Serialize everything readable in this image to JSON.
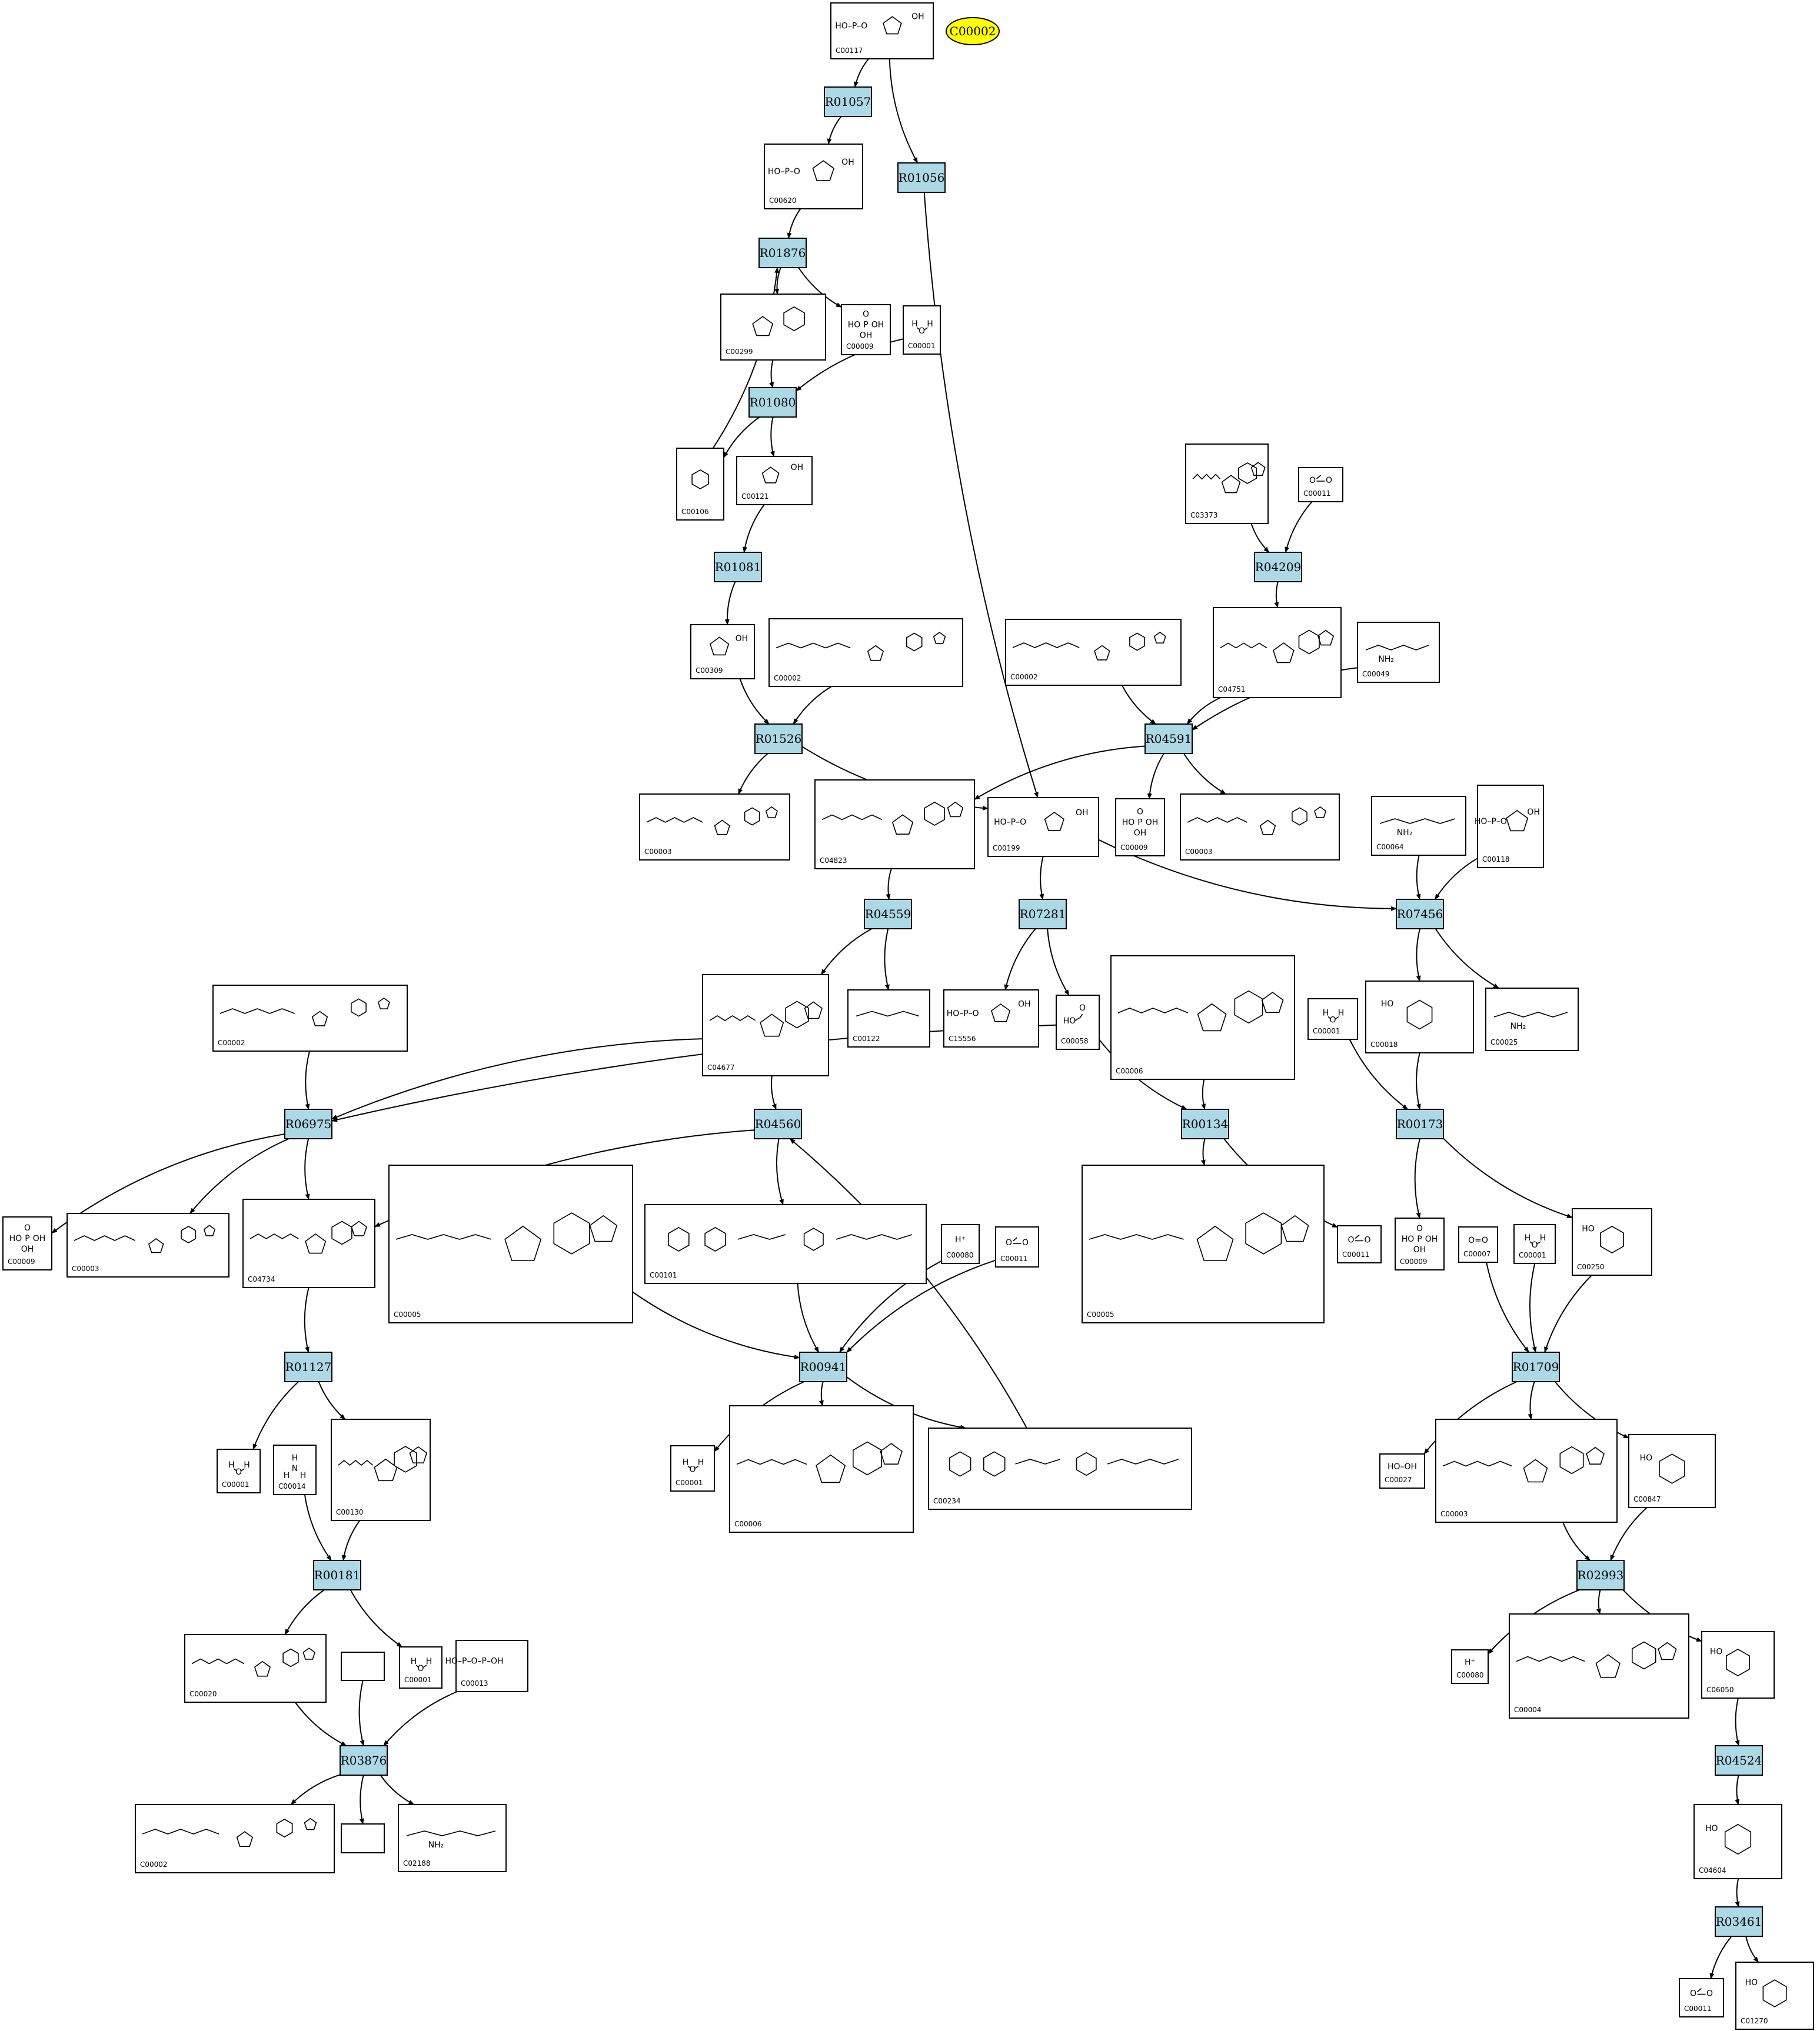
{
  "legend": {
    "label": "C00002",
    "color": "#ffff00"
  },
  "colors": {
    "reaction_fill": "#add8e6",
    "compound_fill": "#ffffff",
    "stroke": "#000000"
  },
  "reactions": [
    {
      "id": "R01057",
      "label": "R01057"
    },
    {
      "id": "R01056",
      "label": "R01056"
    },
    {
      "id": "R01876",
      "label": "R01876"
    },
    {
      "id": "R01080",
      "label": "R01080"
    },
    {
      "id": "R01081",
      "label": "R01081"
    },
    {
      "id": "R04209",
      "label": "R04209"
    },
    {
      "id": "R01526",
      "label": "R01526"
    },
    {
      "id": "R04591",
      "label": "R04591"
    },
    {
      "id": "R04559",
      "label": "R04559"
    },
    {
      "id": "R07281",
      "label": "R07281"
    },
    {
      "id": "R07456",
      "label": "R07456"
    },
    {
      "id": "R06975",
      "label": "R06975"
    },
    {
      "id": "R04560",
      "label": "R04560"
    },
    {
      "id": "R00134",
      "label": "R00134"
    },
    {
      "id": "R00173",
      "label": "R00173"
    },
    {
      "id": "R01127",
      "label": "R01127"
    },
    {
      "id": "R00941",
      "label": "R00941"
    },
    {
      "id": "R01709",
      "label": "R01709"
    },
    {
      "id": "R00181",
      "label": "R00181"
    },
    {
      "id": "R02993",
      "label": "R02993"
    },
    {
      "id": "R03876",
      "label": "R03876"
    },
    {
      "id": "R04524",
      "label": "R04524"
    },
    {
      "id": "R03461",
      "label": "R03461"
    }
  ],
  "compounds": [
    {
      "id": "n1",
      "label": "C00117",
      "icon": "sugar-phosphate"
    },
    {
      "id": "n2",
      "label": "C00620",
      "icon": "sugar-phosphate"
    },
    {
      "id": "n3",
      "label": "C00299",
      "icon": "nucleoside"
    },
    {
      "id": "n4",
      "label": "C00009",
      "icon": "phosphate"
    },
    {
      "id": "n5",
      "label": "C00001",
      "icon": "water"
    },
    {
      "id": "n6",
      "label": "C00106",
      "icon": "base"
    },
    {
      "id": "n7",
      "label": "C00121",
      "icon": "sugar"
    },
    {
      "id": "n8",
      "label": "C03373",
      "icon": "nucleotide"
    },
    {
      "id": "n9",
      "label": "C00011",
      "icon": "co2"
    },
    {
      "id": "n10",
      "label": "C00309",
      "icon": "sugar"
    },
    {
      "id": "n11",
      "label": "C00002",
      "icon": "nucleotide"
    },
    {
      "id": "n12",
      "label": "C00002",
      "icon": "nucleotide"
    },
    {
      "id": "n13",
      "label": "C04751",
      "icon": "nucleotide"
    },
    {
      "id": "n14",
      "label": "C00049",
      "icon": "amino-acid"
    },
    {
      "id": "n15",
      "label": "C00003",
      "icon": "nucleotide"
    },
    {
      "id": "n16",
      "label": "C04823",
      "icon": "nucleotide"
    },
    {
      "id": "n17",
      "label": "C00199",
      "icon": "sugar-phosphate"
    },
    {
      "id": "n18",
      "label": "C00009",
      "icon": "phosphate"
    },
    {
      "id": "n19",
      "label": "C00003",
      "icon": "nucleotide"
    },
    {
      "id": "n20",
      "label": "C00064",
      "icon": "amino-acid"
    },
    {
      "id": "n21",
      "label": "C00118",
      "icon": "sugar-phosphate"
    },
    {
      "id": "n22",
      "label": "C00002",
      "icon": "nucleotide"
    },
    {
      "id": "n23",
      "label": "C04677",
      "icon": "nucleotide"
    },
    {
      "id": "n24",
      "label": "C00122",
      "icon": "acid"
    },
    {
      "id": "n25",
      "label": "C15556",
      "icon": "sugar-phosphate"
    },
    {
      "id": "n26",
      "label": "C00058",
      "icon": "formate"
    },
    {
      "id": "n27",
      "label": "C00006",
      "icon": "nucleotide"
    },
    {
      "id": "n28",
      "label": "C00001",
      "icon": "water"
    },
    {
      "id": "n29",
      "label": "C00018",
      "icon": "pyridoxal"
    },
    {
      "id": "n30",
      "label": "C00025",
      "icon": "amino-acid"
    },
    {
      "id": "n31",
      "label": "C00009",
      "icon": "phosphate"
    },
    {
      "id": "n32",
      "label": "C00003",
      "icon": "nucleotide"
    },
    {
      "id": "n33",
      "label": "C04734",
      "icon": "nucleotide"
    },
    {
      "id": "n34",
      "label": "C00005",
      "icon": "nucleotide"
    },
    {
      "id": "n35",
      "label": "C00101",
      "icon": "folate"
    },
    {
      "id": "n36",
      "label": "C00080",
      "icon": "proton"
    },
    {
      "id": "n37",
      "label": "C00011",
      "icon": "co2"
    },
    {
      "id": "n38",
      "label": "C00005",
      "icon": "nucleotide"
    },
    {
      "id": "n39",
      "label": "C00011",
      "icon": "co2"
    },
    {
      "id": "n40",
      "label": "C00009",
      "icon": "phosphate"
    },
    {
      "id": "n41",
      "label": "C00007",
      "icon": "oxygen"
    },
    {
      "id": "n42",
      "label": "C00001",
      "icon": "water"
    },
    {
      "id": "n43",
      "label": "C00250",
      "icon": "pyridoxal"
    },
    {
      "id": "n44",
      "label": "C00001",
      "icon": "water"
    },
    {
      "id": "n45",
      "label": "C00014",
      "icon": "ammonia"
    },
    {
      "id": "n46",
      "label": "C00130",
      "icon": "nucleotide"
    },
    {
      "id": "n47",
      "label": "C00001",
      "icon": "water"
    },
    {
      "id": "n48",
      "label": "C00006",
      "icon": "nucleotide"
    },
    {
      "id": "n49",
      "label": "C00234",
      "icon": "folate"
    },
    {
      "id": "n50",
      "label": "C00027",
      "icon": "peroxide"
    },
    {
      "id": "n51",
      "label": "C00003",
      "icon": "nucleotide"
    },
    {
      "id": "n52",
      "label": "C00847",
      "icon": "pyridoxal"
    },
    {
      "id": "n53",
      "label": "C00020",
      "icon": "nucleotide"
    },
    {
      "id": "n54",
      "label": "",
      "icon": "empty"
    },
    {
      "id": "n55",
      "label": "C00001",
      "icon": "water"
    },
    {
      "id": "n56",
      "label": "C00013",
      "icon": "diphosphate"
    },
    {
      "id": "n57",
      "label": "C00080",
      "icon": "proton"
    },
    {
      "id": "n58",
      "label": "C00004",
      "icon": "nucleotide"
    },
    {
      "id": "n59",
      "label": "C06050",
      "icon": "pyridoxal"
    },
    {
      "id": "n60",
      "label": "C00002",
      "icon": "nucleotide"
    },
    {
      "id": "n61",
      "label": "",
      "icon": "empty"
    },
    {
      "id": "n62",
      "label": "C02188",
      "icon": "amino-acid"
    },
    {
      "id": "n63",
      "label": "C04604",
      "icon": "pyridoxal"
    },
    {
      "id": "n64",
      "label": "C00011",
      "icon": "co2"
    },
    {
      "id": "n65",
      "label": "C01270",
      "icon": "pyridoxal"
    }
  ],
  "edges": [
    [
      "n1",
      "R01057"
    ],
    [
      "n1",
      "R01056"
    ],
    [
      "R01057",
      "n2"
    ],
    [
      "n2",
      "R01876"
    ],
    [
      "R01876",
      "n3"
    ],
    [
      "R01876",
      "n4"
    ],
    [
      "n3",
      "R01080"
    ],
    [
      "n5",
      "R01080"
    ],
    [
      "R01080",
      "n6"
    ],
    [
      "n6",
      "R01876"
    ],
    [
      "R01080",
      "n7"
    ],
    [
      "n7",
      "R01081"
    ],
    [
      "R01081",
      "n10"
    ],
    [
      "n10",
      "R01526"
    ],
    [
      "n11",
      "R01526"
    ],
    [
      "R01526",
      "n15"
    ],
    [
      "R01526",
      "n17"
    ],
    [
      "R01056",
      "n17"
    ],
    [
      "n8",
      "R04209"
    ],
    [
      "n9",
      "R04209"
    ],
    [
      "R04209",
      "n13"
    ],
    [
      "n12",
      "R04591"
    ],
    [
      "n13",
      "R04591"
    ],
    [
      "n14",
      "R04591"
    ],
    [
      "R04591",
      "n16"
    ],
    [
      "R04591",
      "n18"
    ],
    [
      "R04591",
      "n19"
    ],
    [
      "n16",
      "R04559"
    ],
    [
      "R04559",
      "n23"
    ],
    [
      "R04559",
      "n24"
    ],
    [
      "n17",
      "R07281"
    ],
    [
      "n17",
      "R07456"
    ],
    [
      "R07281",
      "n25"
    ],
    [
      "R07281",
      "n26"
    ],
    [
      "n20",
      "R07456"
    ],
    [
      "n21",
      "R07456"
    ],
    [
      "R07456",
      "n29"
    ],
    [
      "R07456",
      "n30"
    ],
    [
      "n22",
      "R06975"
    ],
    [
      "n23",
      "R06975"
    ],
    [
      "n26",
      "R06975"
    ],
    [
      "R06975",
      "n31"
    ],
    [
      "R06975",
      "n32"
    ],
    [
      "R06975",
      "n33"
    ],
    [
      "n23",
      "R04560"
    ],
    [
      "R04560",
      "n33"
    ],
    [
      "R04560",
      "n35"
    ],
    [
      "n49",
      "R04560"
    ],
    [
      "n26",
      "R00134"
    ],
    [
      "n27",
      "R00134"
    ],
    [
      "R00134",
      "n38"
    ],
    [
      "R00134",
      "n39"
    ],
    [
      "n28",
      "R00173"
    ],
    [
      "n29",
      "R00173"
    ],
    [
      "R00173",
      "n40"
    ],
    [
      "R00173",
      "n43"
    ],
    [
      "n33",
      "R01127"
    ],
    [
      "R01127",
      "n44"
    ],
    [
      "R01127",
      "n46"
    ],
    [
      "n34",
      "R00941"
    ],
    [
      "n35",
      "R00941"
    ],
    [
      "n36",
      "R00941"
    ],
    [
      "n37",
      "R00941"
    ],
    [
      "R00941",
      "n47"
    ],
    [
      "R00941",
      "n48"
    ],
    [
      "R00941",
      "n49"
    ],
    [
      "n41",
      "R01709"
    ],
    [
      "n42",
      "R01709"
    ],
    [
      "n43",
      "R01709"
    ],
    [
      "R01709",
      "n50"
    ],
    [
      "R01709",
      "n51"
    ],
    [
      "R01709",
      "n52"
    ],
    [
      "n45",
      "R00181"
    ],
    [
      "n46",
      "R00181"
    ],
    [
      "R00181",
      "n53"
    ],
    [
      "R00181",
      "n55"
    ],
    [
      "n51",
      "R02993"
    ],
    [
      "n52",
      "R02993"
    ],
    [
      "R02993",
      "n57"
    ],
    [
      "R02993",
      "n58"
    ],
    [
      "R02993",
      "n59"
    ],
    [
      "n53",
      "R03876"
    ],
    [
      "n54",
      "R03876"
    ],
    [
      "n56",
      "R03876"
    ],
    [
      "R03876",
      "n60"
    ],
    [
      "R03876",
      "n61"
    ],
    [
      "R03876",
      "n62"
    ],
    [
      "n59",
      "R04524"
    ],
    [
      "R04524",
      "n63"
    ],
    [
      "n63",
      "R03461"
    ],
    [
      "R03461",
      "n64"
    ],
    [
      "R03461",
      "n65"
    ]
  ]
}
